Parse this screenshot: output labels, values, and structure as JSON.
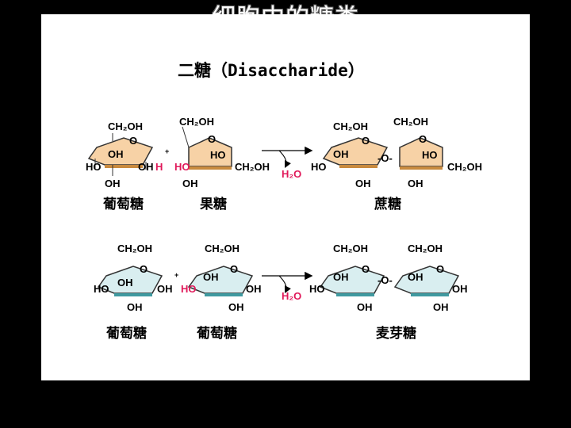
{
  "slide": {
    "title": "细胞中的糖类"
  },
  "panel": {
    "heading": "二糖（Disaccharide）"
  },
  "formula": {
    "ch2oh": "CH₂OH",
    "oh": "OH",
    "ho": "HO",
    "h": "H",
    "o": "O",
    "water": "H₂O",
    "plus": "+",
    "link": "-O-"
  },
  "row1": {
    "left_label": "葡萄糖",
    "middle_label": "果糖",
    "product_label": "蔗糖"
  },
  "row2": {
    "left_label": "葡萄糖",
    "middle_label": "葡萄糖",
    "product_label": "麦芽糖"
  },
  "colors": {
    "glucose_fructose_fill": "#f7d2a6",
    "glucose_fructose_edge": "#c98a3e",
    "maltose_fill": "#d9eef0",
    "maltose_edge": "#3f9aa0",
    "water_red": "#e0195a"
  }
}
